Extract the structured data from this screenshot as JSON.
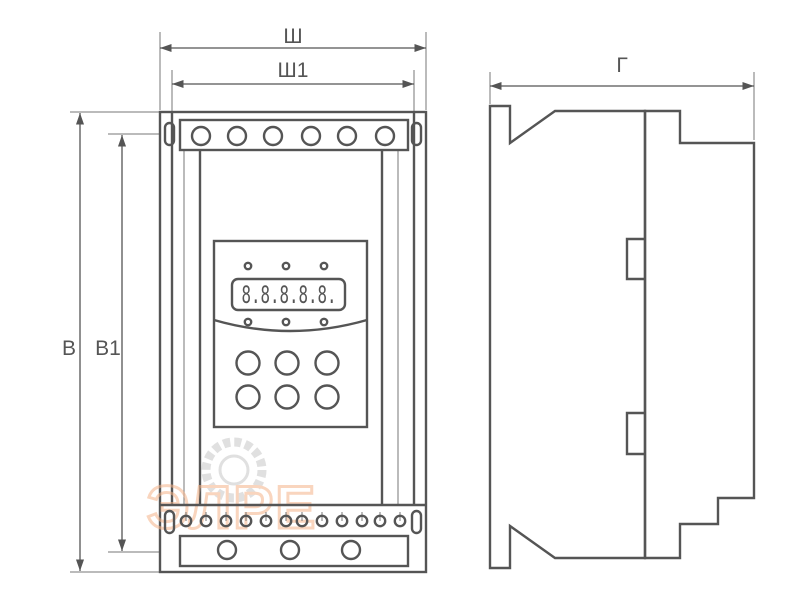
{
  "dimensions": {
    "width": "Ш",
    "width_inner": "Ш1",
    "height": "В",
    "height_inner": "В1",
    "depth": "Г"
  },
  "display": {
    "readout": "8.8.8.8.8."
  },
  "watermark": {
    "text": "ЭЛРЕ"
  },
  "colors": {
    "line": "#555555",
    "side_fill": "#e6e6e6",
    "panel_fill": "#f2f2f2",
    "watermark_orange": "#f5b48a",
    "watermark_gray": "#c8c8c8"
  }
}
